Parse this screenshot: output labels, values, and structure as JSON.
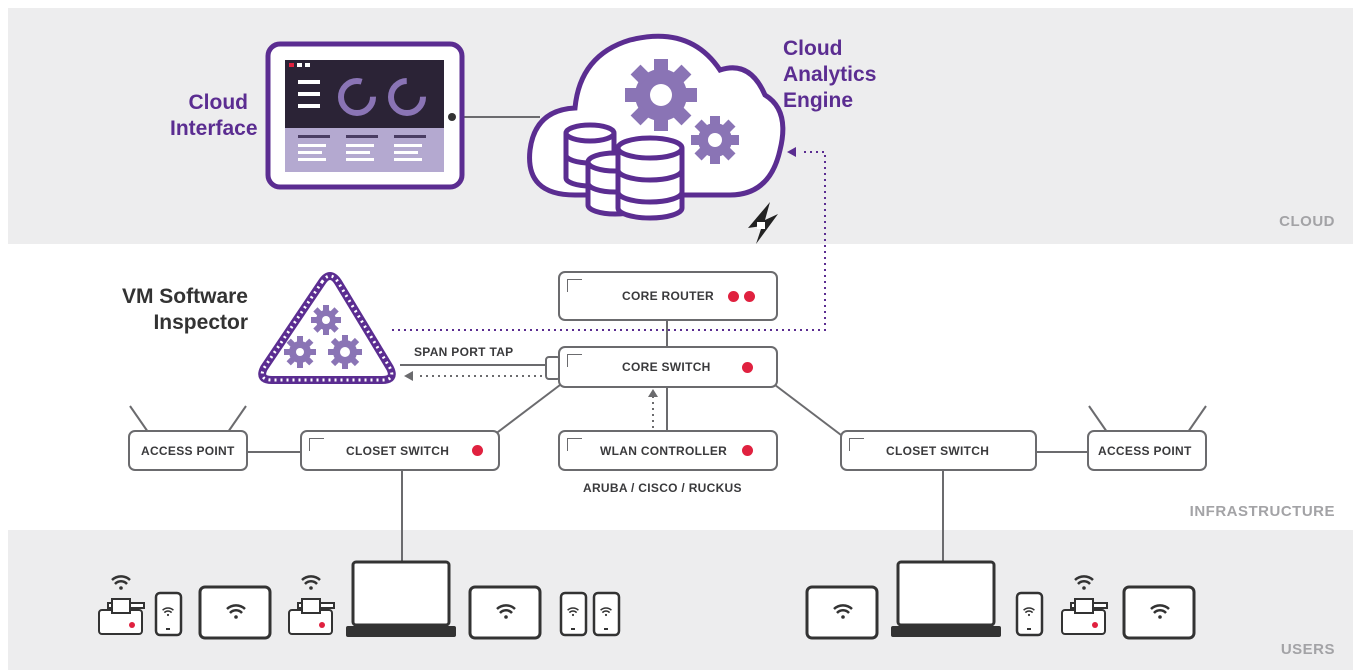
{
  "zones": {
    "cloud": "CLOUD",
    "infrastructure": "INFRASTRUCTURE",
    "users": "USERS"
  },
  "titles": {
    "cloud_interface_line1": "Cloud",
    "cloud_interface_line2": "Interface",
    "analytics_line1": "Cloud",
    "analytics_line2": "Analytics",
    "analytics_line3": "Engine",
    "inspector_line1": "VM Software",
    "inspector_line2": "Inspector"
  },
  "devices": {
    "core_router": "CORE ROUTER",
    "core_switch": "CORE SWITCH",
    "closet_switch_left": "CLOSET SWITCH",
    "closet_switch_right": "CLOSET SWITCH",
    "wlan_controller": "WLAN CONTROLLER",
    "access_point_left": "ACCESS POINT",
    "access_point_right": "ACCESS POINT"
  },
  "labels": {
    "span_port_tap": "SPAN PORT TAP",
    "wlan_vendors": "ARUBA / CISCO / RUCKUS"
  },
  "colors": {
    "brand_purple": "#5b2d91",
    "light_purple": "#8a74b5",
    "status_red": "#e0213f",
    "outline_gray": "#6b6b6e",
    "zone_gray": "#ededee"
  },
  "icons": [
    "tablet-icon",
    "cloud-icon",
    "gear-icon",
    "database-icon",
    "lightning-lock-icon",
    "inspector-triangle-icon",
    "laptop-icon",
    "phone-icon",
    "printer-icon",
    "wifi-icon"
  ]
}
